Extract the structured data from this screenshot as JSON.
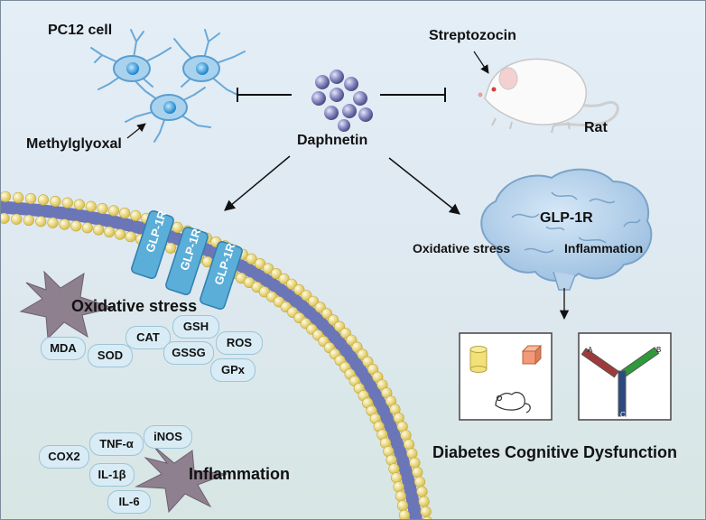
{
  "labels": {
    "pc12": "PC12 cell",
    "methylglyoxal": "Methylglyoxal",
    "daphnetin": "Daphnetin",
    "streptozocin": "Streptozocin",
    "rat": "Rat",
    "brain_receptor": "GLP-1R",
    "brain_oxidative": "Oxidative stress",
    "brain_inflammation": "Inflammation",
    "membrane_oxidative": "Oxidative stress",
    "membrane_inflammation": "Inflammation",
    "outcome": "Diabetes Cognitive Dysfunction"
  },
  "receptors": [
    "GLP-1R",
    "GLP-1R",
    "GLP-1R"
  ],
  "oxidative_markers": [
    "MDA",
    "SOD",
    "CAT",
    "GSSG",
    "GSH",
    "ROS",
    "GPx"
  ],
  "inflammation_markers": [
    "COX2",
    "TNF-α",
    "IL-1β",
    "iNOS",
    "IL-6"
  ],
  "maze_arms": [
    "A",
    "B",
    "C"
  ],
  "colors": {
    "cell": "#4a9fd8",
    "molecule": "#8a8bc4",
    "membrane_bead": "#f3e07a",
    "membrane_tail": "#5f6bb0",
    "star": "#8f8090",
    "receptor": "#5aaed8",
    "maze_a": "#a03a3a",
    "maze_b": "#2f9a3a",
    "maze_c": "#2c4a80"
  }
}
